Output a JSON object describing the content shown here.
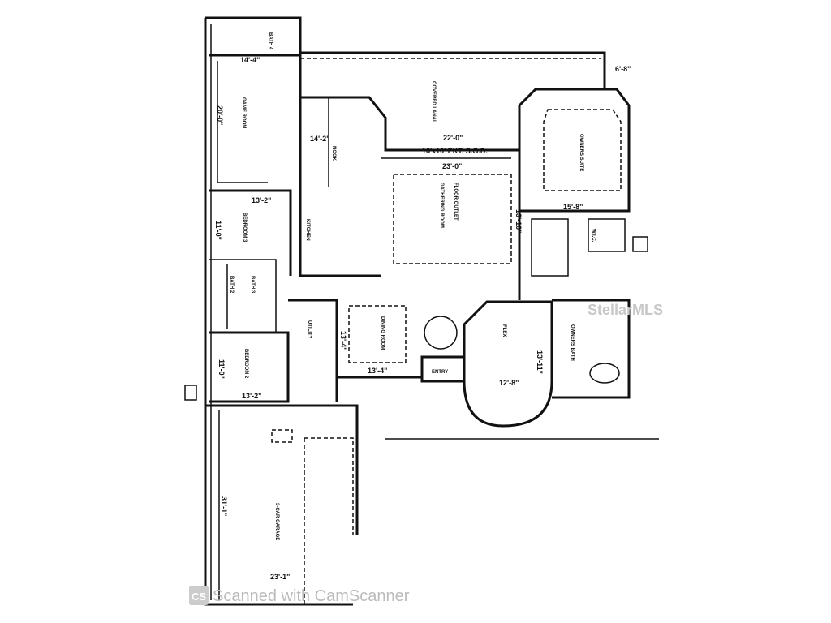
{
  "rooms": {
    "bath_top": "BATH 4",
    "game_room": "GAME ROOM",
    "covered_lanai": "COVERED LANAI",
    "nook": "NOOK",
    "kitchen": "KITCHEN",
    "gathering_room": "GATHERING ROOM",
    "floor_outlet": "FLOOR OUTLET",
    "owners_suite": "OWNERS SUITE",
    "bedroom_3": "BEDROOM 3",
    "bath_2": "BATH 2",
    "bath_3": "BATH 3",
    "bedroom_2": "BEDROOM 2",
    "utility": "UTILITY",
    "dining_room": "DINING ROOM",
    "entry": "ENTRY",
    "flex": "FLEX",
    "owners_bath": "OWNERS BATH",
    "wic": "W.I.C.",
    "garage": "3-CAR GARAGE"
  },
  "dimensions": {
    "game_width": "14'-4\"",
    "game_length": "20'-0\"",
    "nook_width": "14'-2\"",
    "lanai_width": "22'-0\"",
    "slider": "16'x10' PKT. S.G.D.",
    "gathering_width": "23'-0\"",
    "gathering_depth": "13'-10\"",
    "suite_width": "15'-8\"",
    "lanai_depth": "6'-8\"",
    "bed3_width": "13'-2\"",
    "bed3_length": "11'-0\"",
    "dining_width": "13'-4\"",
    "dining_depth": "13'-4\"",
    "flex_width": "12'-8\"",
    "flex_depth": "13'-11\"",
    "bed2_length": "11'-0\"",
    "bed2_width": "13'-2\"",
    "garage_length": "31'-1\"",
    "garage_width": "23'-1\""
  },
  "watermarks": {
    "camscanner_logo": "CS",
    "camscanner": "Scanned with CamScanner",
    "mls": "StellarMLS"
  }
}
